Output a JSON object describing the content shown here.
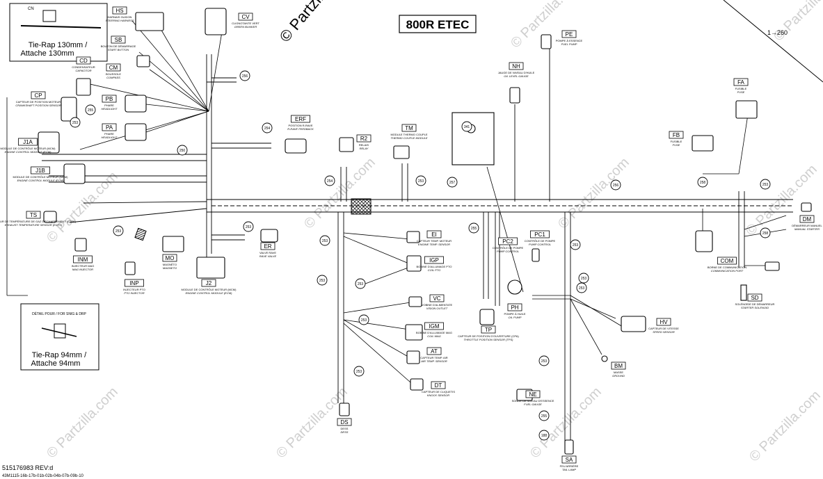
{
  "title": "800R ETEC",
  "arrow_ref": "1→260",
  "copyright": "© Partzilla.com",
  "footer": {
    "part_number": "515176983 REV:d",
    "code": "43M1115-16b-17b-01b-02b-04b-07b-09b-10"
  },
  "details": {
    "top": {
      "tag": "CN",
      "caption": "Tie-Rap 130mm / Attache 130mm",
      "line1": "Tie-Rap 130mm /",
      "line2": "Attache 130mm"
    },
    "bottom": {
      "caption": "DÉTAIL POUR / FOR SNIG & DRP",
      "line1": "Tie-Rap 94mm /",
      "line2": "Attache 94mm"
    }
  },
  "connectors": [
    {
      "code": "HS",
      "fr": "HARNAIS GUIDON",
      "en": "STEERING HARNESS"
    },
    {
      "code": "CV",
      "fr": "CLIGNOTANTE VERT",
      "en": "GREEN BLINKER"
    },
    {
      "code": "SB",
      "fr": "BOUTON DE DÉMARRAGE",
      "en": "START BUTTON"
    },
    {
      "code": "CM",
      "fr": "BOUSSOLE",
      "en": "COMPASS"
    },
    {
      "code": "CD",
      "fr": "CONDENSATEUR",
      "en": "CAPACITOR"
    },
    {
      "code": "CP",
      "fr": "CAPTEUR DE POSITION MOTEUR",
      "en": "CRANKSHAFT POSITION SENSOR"
    },
    {
      "code": "PB",
      "fr": "PHARE",
      "en": "HEADLIGHT"
    },
    {
      "code": "PA",
      "fr": "PHARE",
      "en": "HEADLIGHT"
    },
    {
      "code": "J1A",
      "fr": "MODULE DE CONTRÔLE MOTEUR (MCM)",
      "en": "ENGINE CONTROL MODULE (ECM)"
    },
    {
      "code": "J1B",
      "fr": "MODULE DE CONTRÔLE MOTEUR (MCM)",
      "en": "ENGINE CONTROL MODULE (ECM)"
    },
    {
      "code": "ERF",
      "fr": "POSITION R-RAVE",
      "en": "R-RAVE FEEDBACK"
    },
    {
      "code": "TS",
      "fr": "CAPTEUR DE TEMPÉRATURE DE GAZ D'ÉCHAPPEMENT (CTGE)",
      "en": "EXHAUST TEMPERATURE SENSOR (EGTS)"
    },
    {
      "code": "INM",
      "fr": "INJECTEUR MAG",
      "en": "MAG INJECTOR"
    },
    {
      "code": "INP",
      "fr": "INJECTEUR PTO",
      "en": "PTO INJECTOR"
    },
    {
      "code": "MO",
      "fr": "MAGNÉTO",
      "en": "MAGNETO"
    },
    {
      "code": "J2",
      "fr": "MODULE DE CONTRÔLE MOTEUR (MCM)",
      "en": "ENGINE CONTROL MODULE (ECM)"
    },
    {
      "code": "ER",
      "fr": "VALVE RAVE",
      "en": "RAVE VALVE"
    },
    {
      "code": "R2",
      "fr": "RELAIS",
      "en": "RELAY"
    },
    {
      "code": "TM",
      "fr": "MODULE THERMO COUPLE",
      "en": "THERMO COUPLE MODULE"
    },
    {
      "code": "NH",
      "fr": "JAUGE DE NIVEAU D'HUILE",
      "en": "OIL LEVEL GAUGE"
    },
    {
      "code": "PE",
      "fr": "POMPE À ESSENCE",
      "en": "FUEL PUMP"
    },
    {
      "code": "FA",
      "fr": "FUSIBLE",
      "en": "FUSE"
    },
    {
      "code": "FB",
      "fr": "FUSIBLE",
      "en": "FUSE"
    },
    {
      "code": "DM",
      "fr": "DÉMARREUR MANUEL",
      "en": "MANUAL STARTER"
    },
    {
      "code": "EI",
      "fr": "CAPTEUR TEMP. MOTEUR",
      "en": "ENGINE TEMP. SENSOR"
    },
    {
      "code": "IGP",
      "fr": "BOBINE D'ALLUMAGE PTO",
      "en": "COIL PTO"
    },
    {
      "code": "VC",
      "fr": "VOBINE D'ALIMENTATE",
      "en": "VISION OUTLET"
    },
    {
      "code": "IGM",
      "fr": "BOBINE D'ALLUMAGE MAG",
      "en": "COIL MAG"
    },
    {
      "code": "AT",
      "fr": "CAPTEUR TEMP. AIR",
      "en": "AIR TEMP. SENSOR"
    },
    {
      "code": "DT",
      "fr": "CAPTEUR DE CLIQUETIS",
      "en": "KNOCK SENSOR"
    },
    {
      "code": "DS",
      "fr": "DESS",
      "en": "DESS"
    },
    {
      "code": "PC2",
      "fr": "CONTRÔLE DE POMPE",
      "en": "PUMP CONTROL"
    },
    {
      "code": "PC1",
      "fr": "CONTRÔLE DE POMPE",
      "en": "PUMP CONTROL"
    },
    {
      "code": "TP",
      "fr": "CAPTEUR DE POSITION D'OUVERTURE (CPA)",
      "en": "THROTTLE POSITION SENSOR (TPS)"
    },
    {
      "code": "PH",
      "fr": "POMPE À HUILE",
      "en": "OIL PUMP"
    },
    {
      "code": "COM",
      "fr": "BORNE DE COMMUNICATION",
      "en": "COMMUNICATION PORT"
    },
    {
      "code": "SD",
      "fr": "SOLÉNOÏDE DE DÉMARREUR",
      "en": "STARTER SOLENOID"
    },
    {
      "code": "HV",
      "fr": "CAPTEUR DE VITESSE",
      "en": "SPEED SENSOR"
    },
    {
      "code": "BM",
      "fr": "MASSE",
      "en": "GROUND"
    },
    {
      "code": "NE",
      "fr": "SONDE DE NIVEAU D'ESSENCE",
      "en": "FUEL GAUGE"
    },
    {
      "code": "SA",
      "fr": "FEU ARRIÈRE",
      "en": "TAIL LAMP"
    }
  ],
  "ties": [
    {
      "id": "t1",
      "num": "256"
    },
    {
      "id": "t2",
      "num": "255"
    },
    {
      "id": "t3",
      "num": "253"
    },
    {
      "id": "t4",
      "num": "254"
    },
    {
      "id": "t5",
      "num": "250"
    },
    {
      "id": "t6",
      "num": "254"
    },
    {
      "id": "t7",
      "num": "253"
    },
    {
      "id": "t8",
      "num": "257"
    },
    {
      "id": "t9",
      "num": "341"
    },
    {
      "id": "t10",
      "num": "256"
    },
    {
      "id": "t11",
      "num": "258"
    },
    {
      "id": "t12",
      "num": "253"
    },
    {
      "id": "t13",
      "num": "253"
    },
    {
      "id": "t14",
      "num": "253"
    },
    {
      "id": "t15",
      "num": "253"
    },
    {
      "id": "t16",
      "num": "255"
    },
    {
      "id": "t17",
      "num": "258"
    },
    {
      "id": "t18",
      "num": "253"
    },
    {
      "id": "t19",
      "num": "253"
    },
    {
      "id": "t20",
      "num": "253"
    },
    {
      "id": "t21",
      "num": "253"
    },
    {
      "id": "t22",
      "num": "253"
    },
    {
      "id": "t23",
      "num": "253"
    },
    {
      "id": "t24",
      "num": "253"
    },
    {
      "id": "t25",
      "num": "253"
    },
    {
      "id": "t26",
      "num": "255"
    },
    {
      "id": "t27",
      "num": "188"
    }
  ]
}
